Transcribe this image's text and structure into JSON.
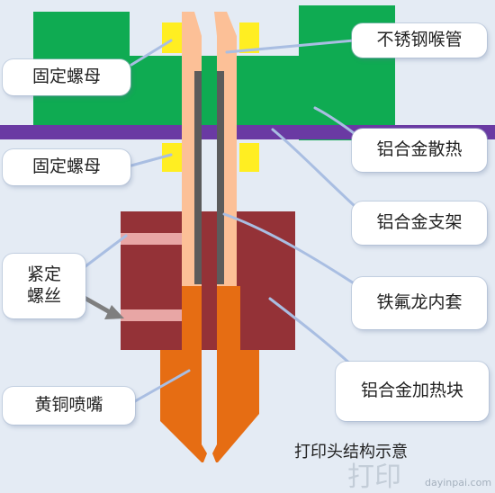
{
  "labels": {
    "stainless_throat": "不锈钢喉管",
    "fixing_nut_top": "固定螺母",
    "fixing_nut_bottom": "固定螺母",
    "aluminum_heatsink": "铝合金散热",
    "aluminum_bracket": "铝合金支架",
    "set_screw_line1": "紧定",
    "set_screw_line2": "螺丝",
    "ptfe_liner": "铁氟龙内套",
    "brass_nozzle": "黄铜喷嘴",
    "heater_block": "铝合金加热块"
  },
  "caption": "打印头结构示意",
  "watermark": {
    "text": "打印",
    "sub": "dayinpai.com"
  },
  "colors": {
    "background": "#e4ebf4",
    "heatsink": "#0fab52",
    "bracket": "#6a3aa3",
    "nut": "#ffee22",
    "throat": "#fcc097",
    "liner": "#5b5b5b",
    "heater_block": "#943237",
    "set_screw": "#e8a6a5",
    "nozzle": "#e66d13"
  }
}
